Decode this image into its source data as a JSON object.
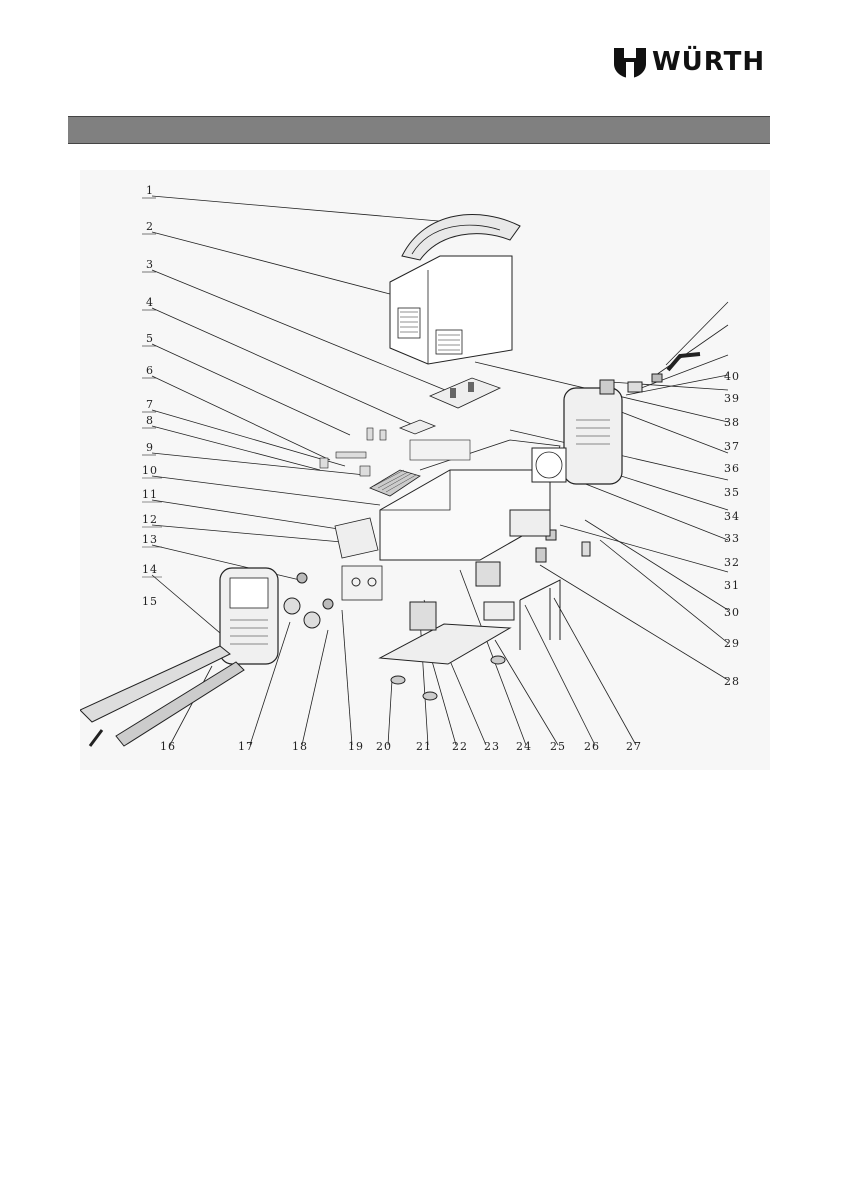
{
  "header": {
    "brand": "WÜRTH",
    "logo_icon": "wurth-logo-icon"
  },
  "section_bar": {
    "title": ""
  },
  "diagram": {
    "callouts": [
      "1",
      "2",
      "3",
      "4",
      "5",
      "6",
      "7",
      "8",
      "9",
      "10",
      "11",
      "12",
      "13",
      "14",
      "15",
      "16",
      "17",
      "18",
      "19",
      "20",
      "21",
      "22",
      "23",
      "24",
      "25",
      "26",
      "27",
      "28",
      "29",
      "30",
      "31",
      "32",
      "33",
      "34",
      "35",
      "36",
      "37",
      "38",
      "39",
      "40"
    ]
  }
}
